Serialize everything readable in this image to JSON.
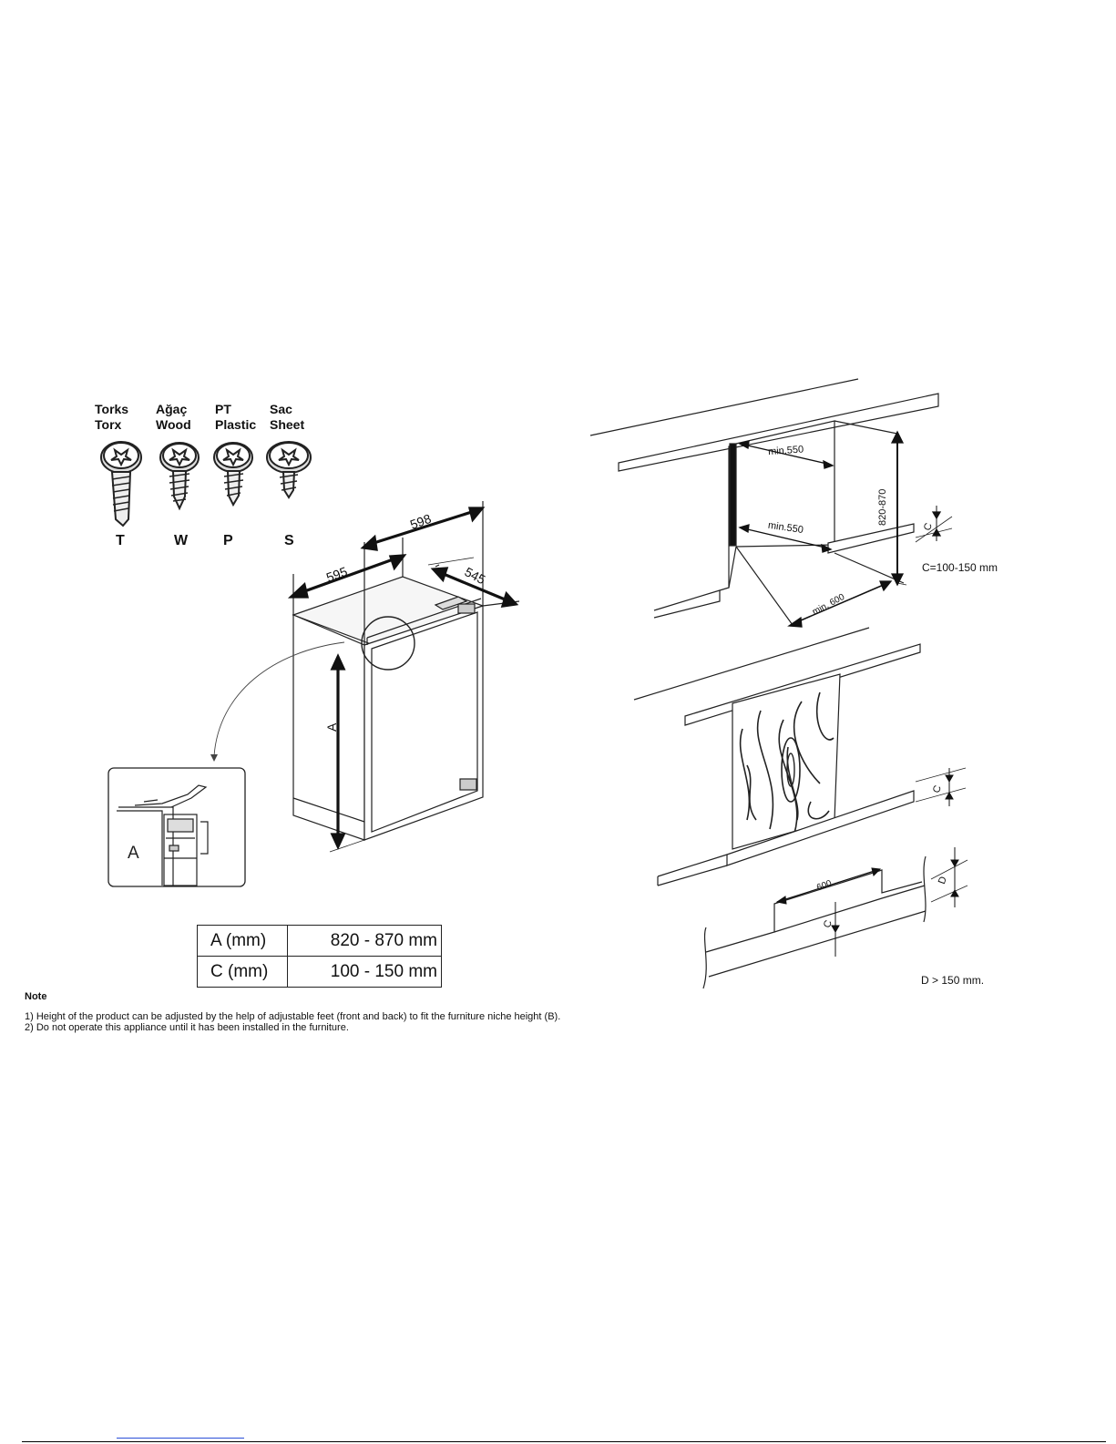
{
  "screws": [
    {
      "tr": "Torks",
      "en": "Torx",
      "letter": "T"
    },
    {
      "tr": "Ağaç",
      "en": "Wood",
      "letter": "W"
    },
    {
      "tr": "PT",
      "en": "Plastic",
      "letter": "P"
    },
    {
      "tr": "Sac",
      "en": "Sheet",
      "letter": "S"
    }
  ],
  "appliance": {
    "width": "595",
    "door_width": "598",
    "depth": "545",
    "height_label": "A",
    "detail_label": "A"
  },
  "dimension_table": [
    {
      "key": "A (mm)",
      "value": "820 - 870 mm"
    },
    {
      "key": "C (mm)",
      "value": "100 - 150 mm"
    }
  ],
  "niche": {
    "min_depth_top": "min.550",
    "min_depth_bottom": "min.550",
    "height": "820-870",
    "c_label": "C",
    "c_range": "C=100-150 mm",
    "min_width": "min. 600"
  },
  "plinth": {
    "c_label_upper": "C",
    "c_label_lower": "C",
    "width": "600",
    "d_label": "D",
    "d_note": "D > 150 mm."
  },
  "note": {
    "title": "Note",
    "lines": [
      "1) Height of the product can be adjusted by the help of adjustable feet (front and back) to fit the furniture niche height (B).",
      "2) Do not operate this appliance until it has been installed in the furniture."
    ]
  }
}
